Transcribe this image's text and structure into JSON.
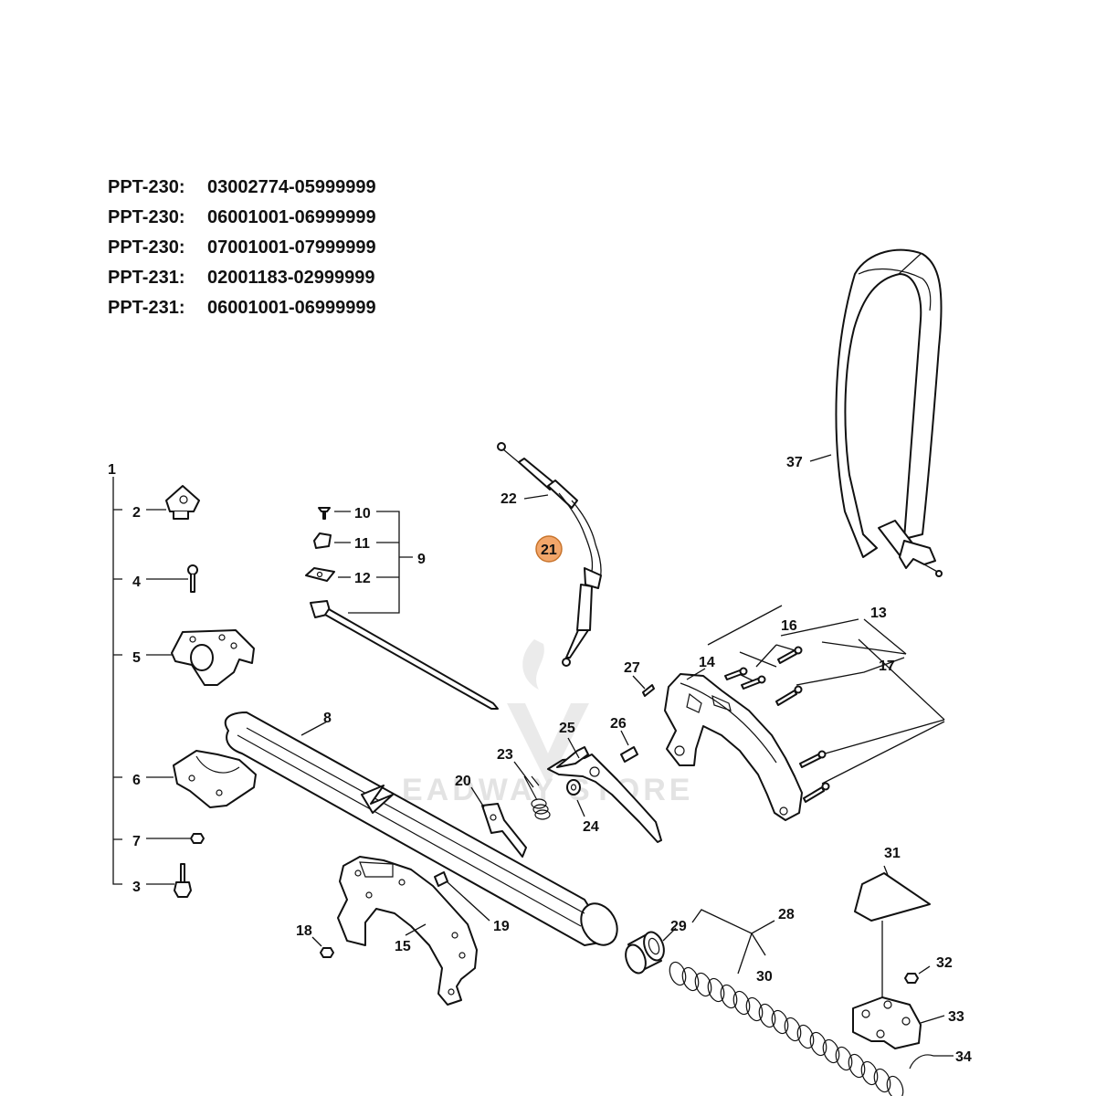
{
  "models": [
    {
      "model": "PPT-230:",
      "range": "03002774-05999999"
    },
    {
      "model": "PPT-230:",
      "range": "06001001-06999999"
    },
    {
      "model": "PPT-230:",
      "range": "07001001-07999999"
    },
    {
      "model": "PPT-231:",
      "range": "02001183-02999999"
    },
    {
      "model": "PPT-231:",
      "range": "06001001-06999999"
    }
  ],
  "callouts": {
    "c1": "1",
    "c2": "2",
    "c3": "3",
    "c4": "4",
    "c5": "5",
    "c6": "6",
    "c7": "7",
    "c8": "8",
    "c9": "9",
    "c10": "10",
    "c11": "11",
    "c12": "12",
    "c13": "13",
    "c14": "14",
    "c15": "15",
    "c16": "16",
    "c17": "17",
    "c18": "18",
    "c19": "19",
    "c20": "20",
    "c21": "21",
    "c22": "22",
    "c23": "23",
    "c24": "24",
    "c25": "25",
    "c26": "26",
    "c27": "27",
    "c28": "28",
    "c29": "29",
    "c30": "30",
    "c31": "31",
    "c32": "32",
    "c33": "33",
    "c34": "34",
    "c37": "37"
  },
  "highlight": {
    "part": "21",
    "color": "#f2a66a",
    "stroke": "#c8742c"
  },
  "watermark": "EADWAY STORE"
}
